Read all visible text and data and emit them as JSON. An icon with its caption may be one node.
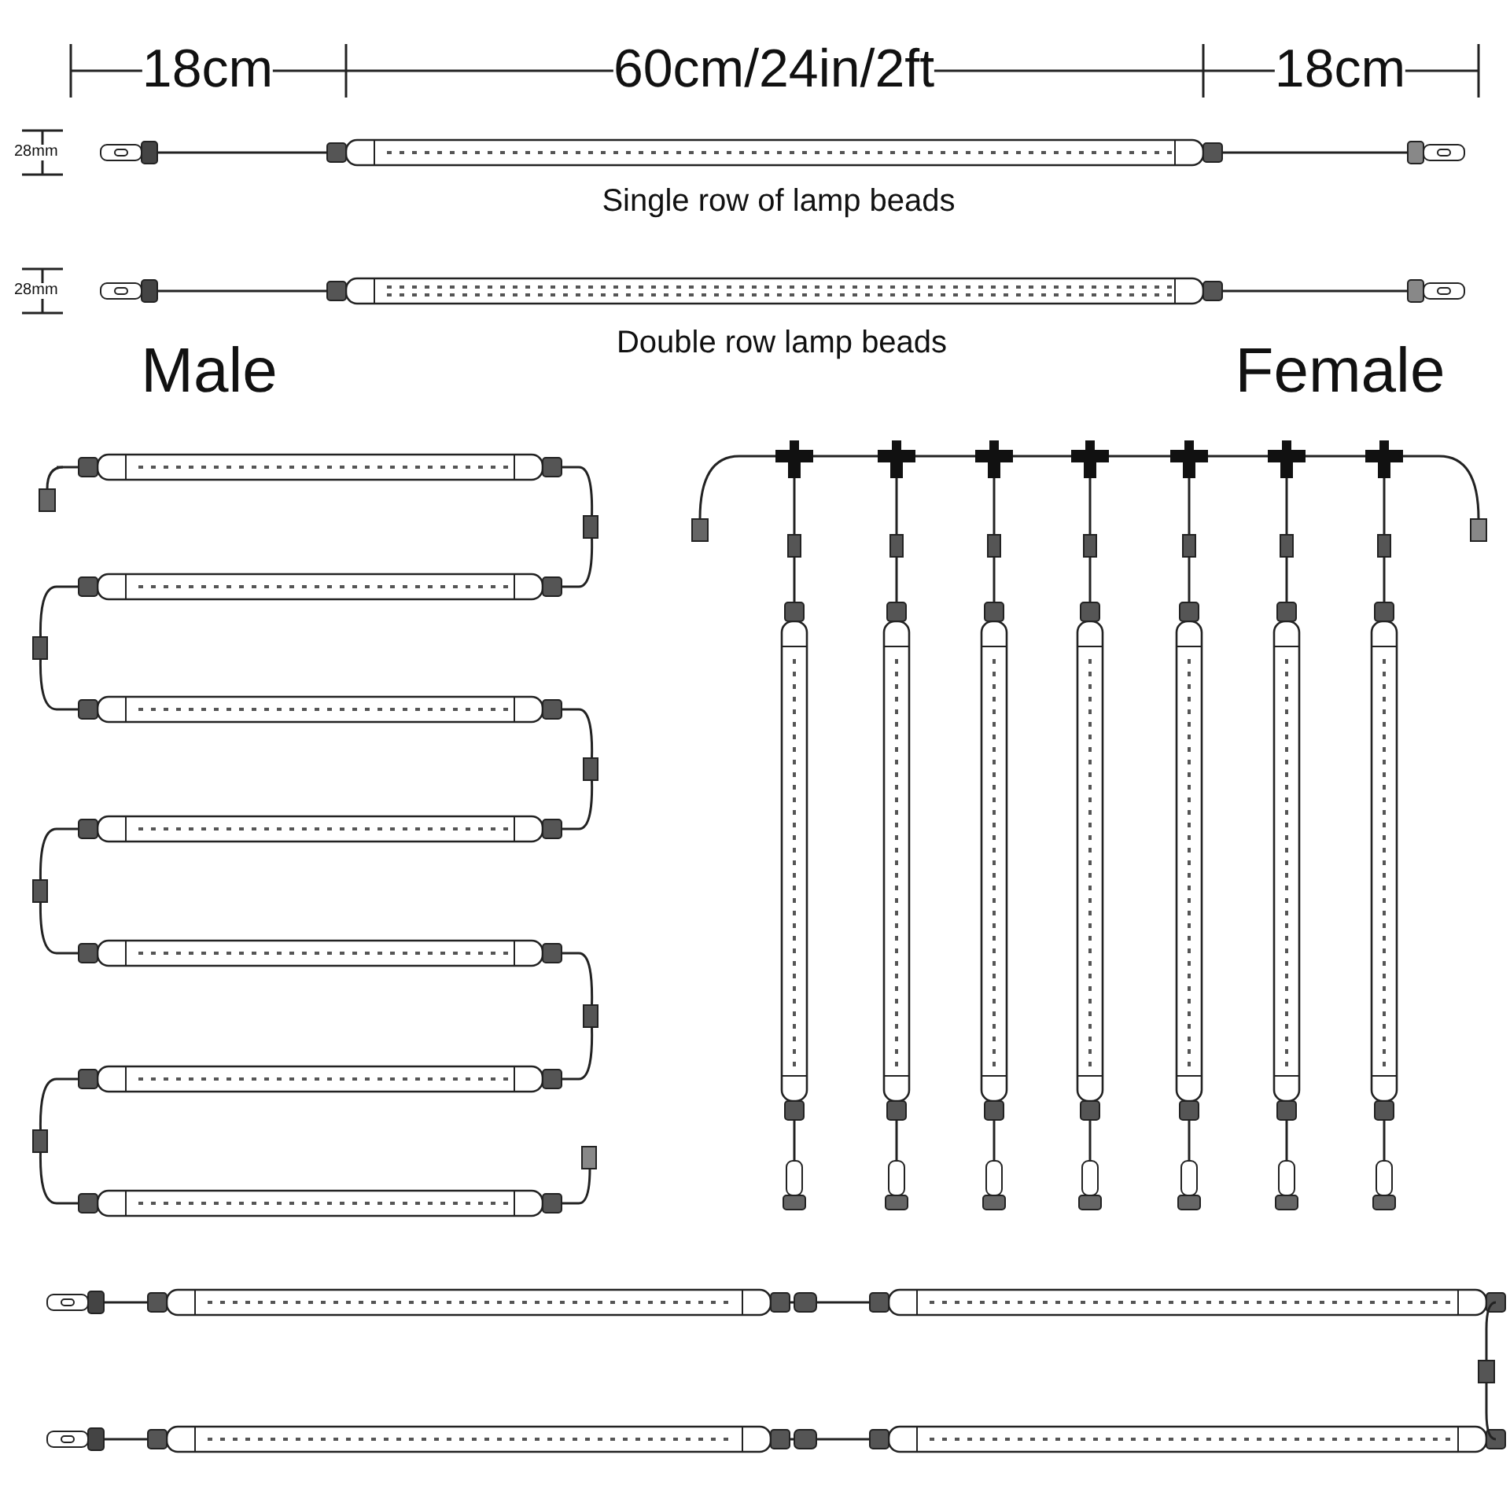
{
  "diagram": {
    "labels": [
      "18cm",
      "60cm/24in/2ft",
      "18cm",
      "28mm",
      "Single row of lamp beads",
      "28mm",
      "Double row lamp beads",
      "Male",
      "Female"
    ]
  }
}
